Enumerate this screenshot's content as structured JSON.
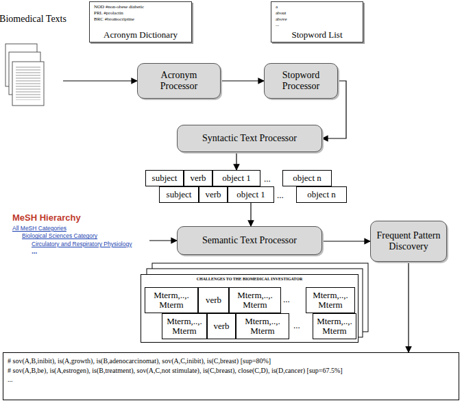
{
  "diagram": {
    "nodes": [
      {
        "text": [
          "Biomedical Texts"
        ]
      },
      {
        "text": [
          "NOD #non-obese diabetic",
          "PRL #prolactin",
          "BRC #bromocriptine",
          "Acronym Dictionary"
        ]
      },
      {
        "text": [
          "a",
          "about",
          "above",
          "...",
          "Stopword List"
        ]
      },
      {
        "text": [
          "Acronym Processor"
        ]
      },
      {
        "text": [
          "Stopword Processor"
        ]
      },
      {
        "text": [
          "Syntactic Text Processor"
        ]
      },
      {
        "text": [
          "subject"
        ]
      },
      {
        "text": [
          "verb"
        ]
      },
      {
        "text": [
          "object 1"
        ]
      },
      {
        "text": [
          "object n"
        ]
      },
      {
        "text": [
          "subject"
        ]
      },
      {
        "text": [
          "verb"
        ]
      },
      {
        "text": [
          "object 1"
        ]
      },
      {
        "text": [
          "object n"
        ]
      },
      {
        "text": [
          "MeSH Hierarchy",
          "All MeSH Categories",
          "Biological Sciences Category",
          "Circulatory and Respiratory Physiology",
          "..."
        ]
      },
      {
        "text": [
          "Semantic Text Processor"
        ]
      },
      {
        "text": [
          "Frequent Pattern Discovery"
        ]
      },
      {
        "text": [
          "CHALLENGES TO THE BIOMEDICAL INVESTIGATOR"
        ]
      },
      {
        "text": [
          "Mterm,..,. Mterm"
        ],
        "in": 17
      },
      {
        "text": [
          "verb"
        ],
        "in": 17
      },
      {
        "text": [
          "Mterm,..,. Mterm"
        ],
        "in": 17
      },
      {
        "text": [
          "Mterm,..,. Mterm"
        ],
        "in": 17
      },
      {
        "text": [
          "Mterm,..,. Mterm"
        ],
        "in": 17
      },
      {
        "text": [
          "verb"
        ],
        "in": 17
      },
      {
        "text": [
          "Mterm,..,. Mterm"
        ],
        "in": 17
      },
      {
        "text": [
          "Mterm,..,. Mterm"
        ],
        "in": 17
      },
      {
        "text": [
          "# sov(A,B,inibit), is(A,growth), is(B,adenocarcinomat), sov(A,C,inibit), is(C,breast) [sup=80%]",
          "# sov(A,B,be), is(A,estrogen), is(B,treatment), sov(A,C,not stimulate), is(C,breast), close(C,D), is(D,cancer) [sup=67.5%]",
          "..."
        ]
      }
    ],
    "edges": [
      {
        "from": 0,
        "to": 3,
        "arrow": "to"
      },
      {
        "from": 3,
        "to": 4,
        "arrow": "to"
      },
      {
        "from": 4,
        "to": 5,
        "arrow": "to"
      },
      {
        "from": 5,
        "to": 8,
        "arrow": "to"
      },
      {
        "from": 12,
        "to": 15,
        "arrow": "to"
      },
      {
        "from": 14,
        "to": 15,
        "arrow": "to"
      },
      {
        "from": 15,
        "to": 16,
        "arrow": "to"
      },
      {
        "from": 16,
        "to": 26,
        "arrow": "to"
      }
    ],
    "labels": [
      "...",
      "...",
      "...",
      "..."
    ]
  }
}
